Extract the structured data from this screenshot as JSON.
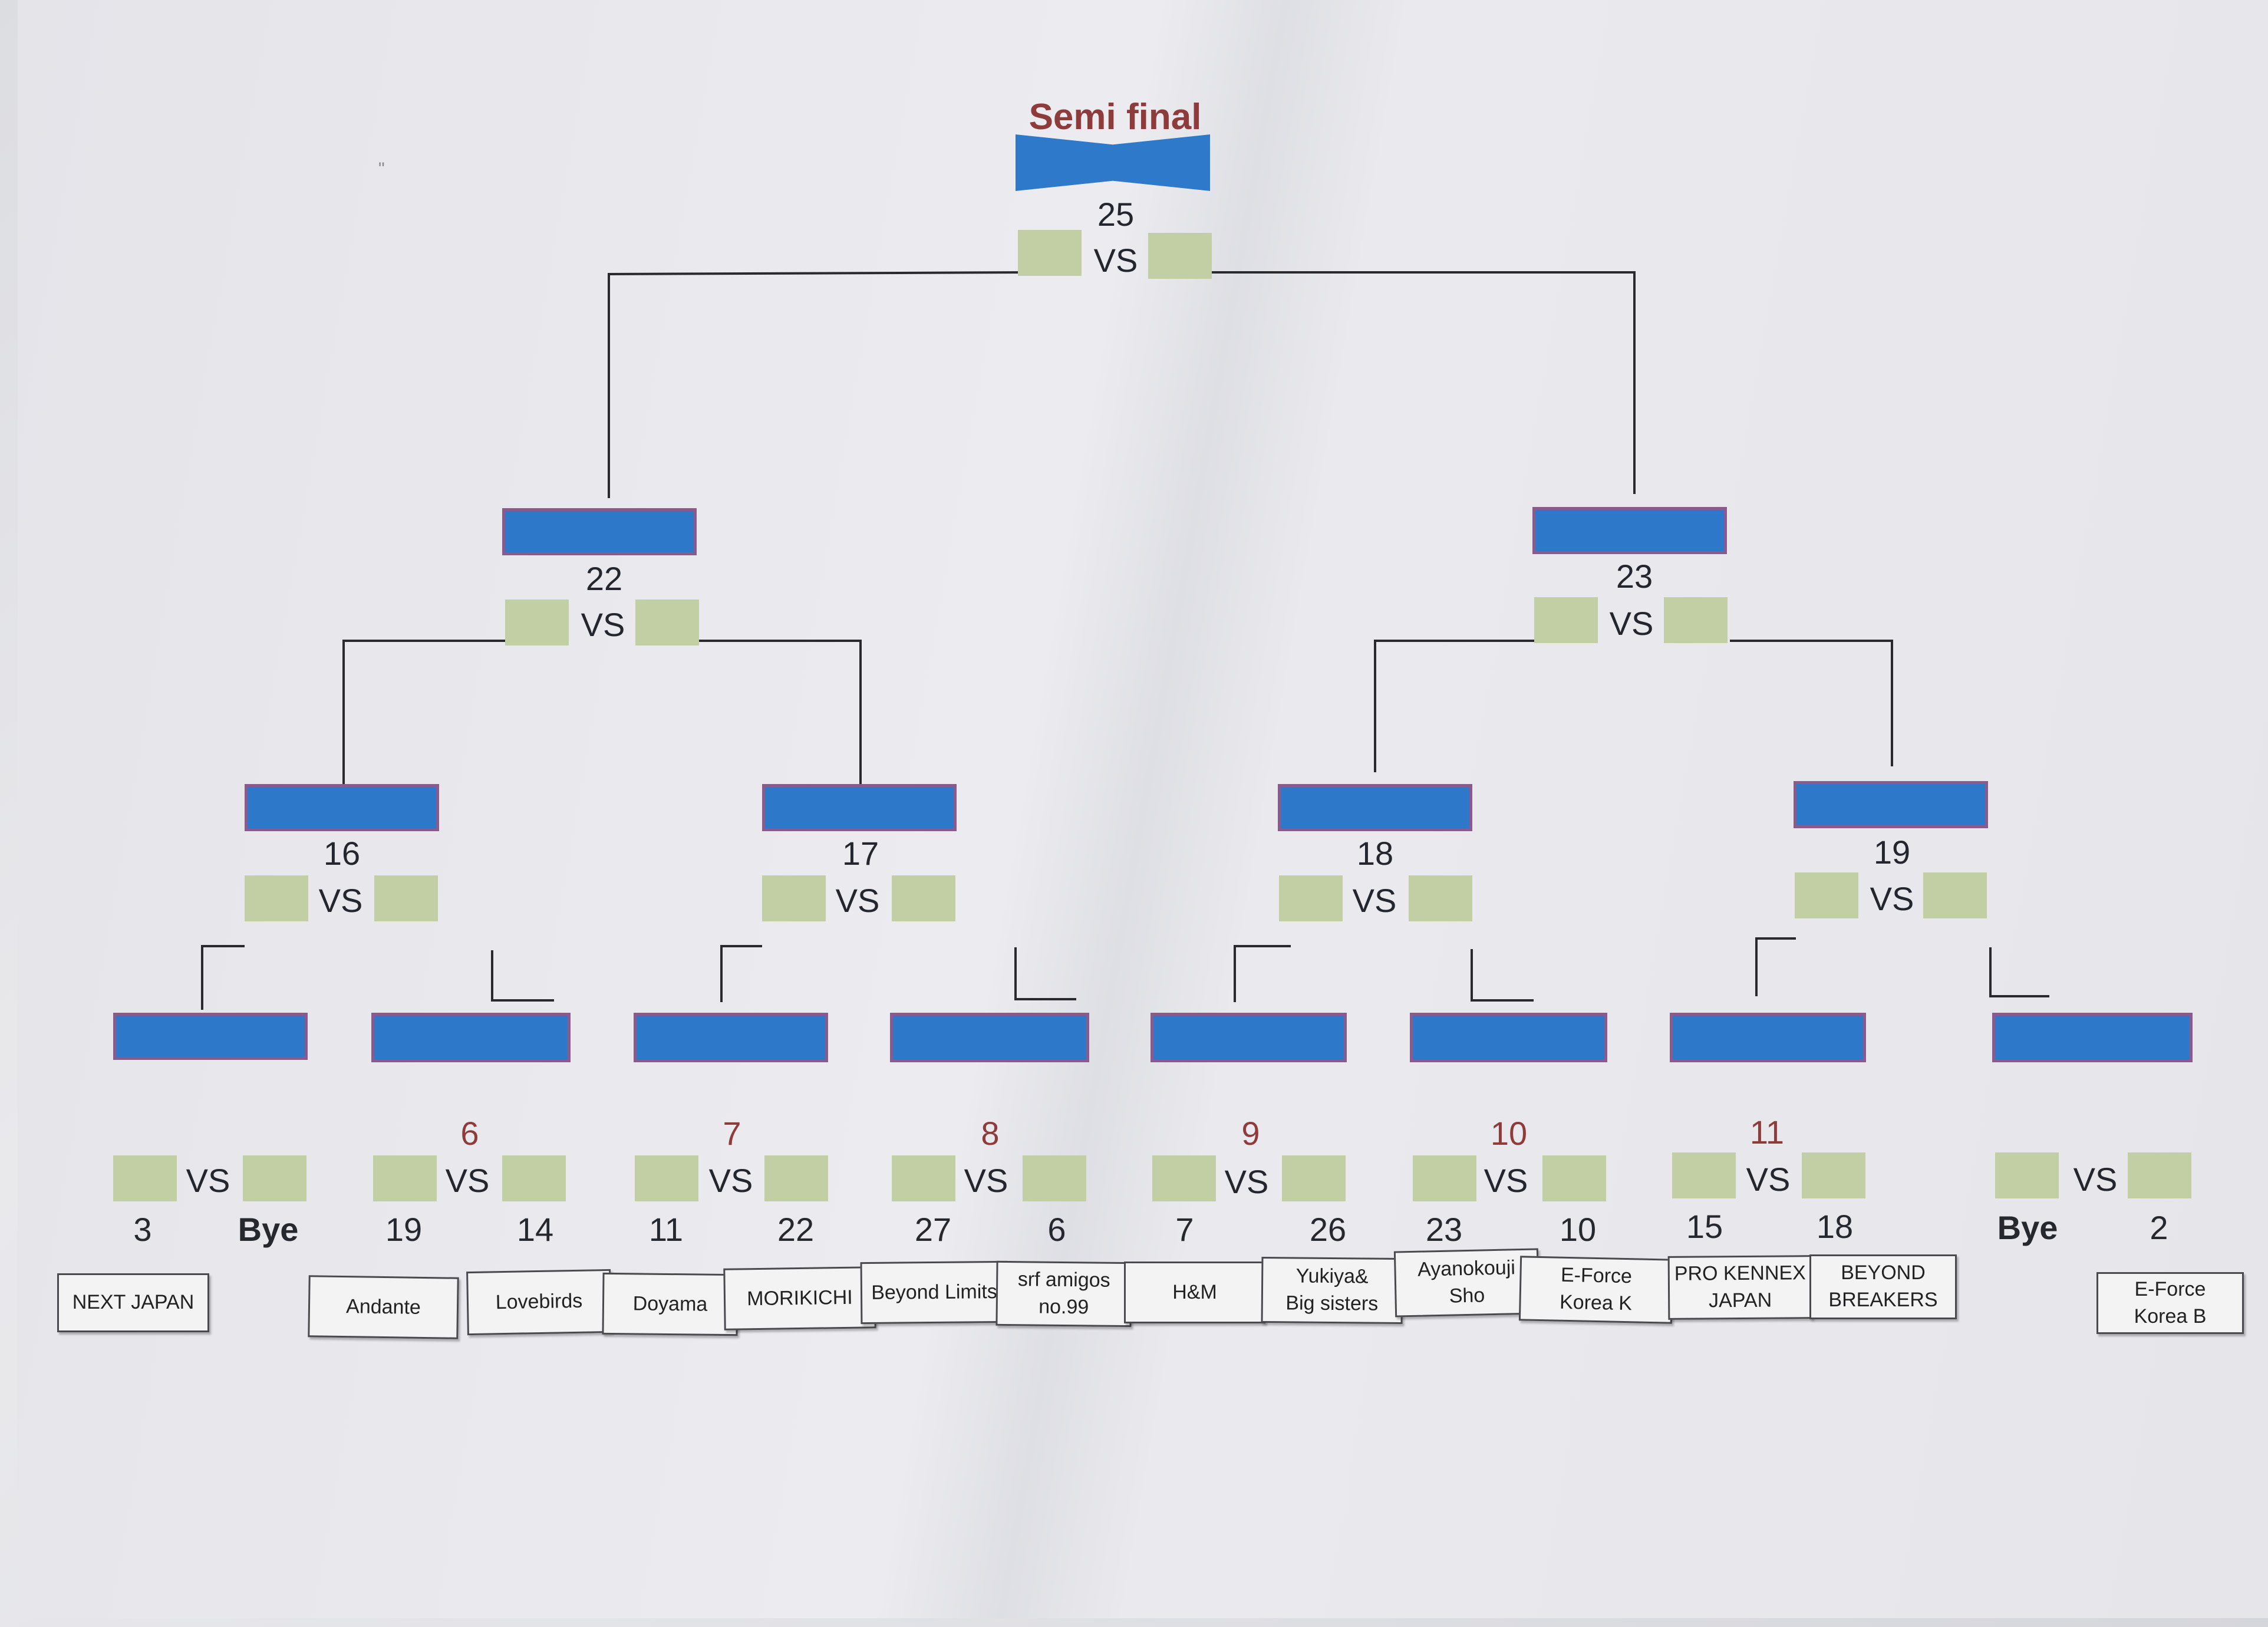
{
  "title": "Semi final",
  "final_match": {
    "number": "25",
    "vs": "VS"
  },
  "semi_matches": [
    {
      "number": "22",
      "vs": "VS"
    },
    {
      "number": "23",
      "vs": "VS"
    }
  ],
  "quarter_matches": [
    {
      "number": "16",
      "vs": "VS"
    },
    {
      "number": "17",
      "vs": "VS"
    },
    {
      "number": "18",
      "vs": "VS"
    },
    {
      "number": "19",
      "vs": "VS"
    }
  ],
  "first_round": [
    {
      "number": "",
      "vs": "VS",
      "left": "3",
      "right": "Bye"
    },
    {
      "number": "6",
      "vs": "VS",
      "left": "19",
      "right": "14"
    },
    {
      "number": "7",
      "vs": "VS",
      "left": "11",
      "right": "22"
    },
    {
      "number": "8",
      "vs": "VS",
      "left": "27",
      "right": "6"
    },
    {
      "number": "9",
      "vs": "VS",
      "left": "7",
      "right": "26"
    },
    {
      "number": "10",
      "vs": "VS",
      "left": "23",
      "right": "10"
    },
    {
      "number": "11",
      "vs": "VS",
      "left": "15",
      "right": "18"
    },
    {
      "number": "",
      "vs": "VS",
      "left": "Bye",
      "right": "2"
    }
  ],
  "teams": [
    "NEXT JAPAN",
    "Andante",
    "Lovebirds",
    "Doyama",
    "MORIKICHI",
    "Beyond Limits",
    "srf amigos\nno.99",
    "H&M",
    "Yukiya&\nBig sisters",
    "Ayanokouji\nSho",
    "E-Force\nKorea K",
    "PRO KENNEX\nJAPAN",
    "BEYOND\nBREAKERS",
    "E-Force\nKorea B"
  ],
  "colors": {
    "bar": "#2e78c9",
    "score_box": "#c2cea4",
    "match_number_red": "#8e3b3b"
  }
}
